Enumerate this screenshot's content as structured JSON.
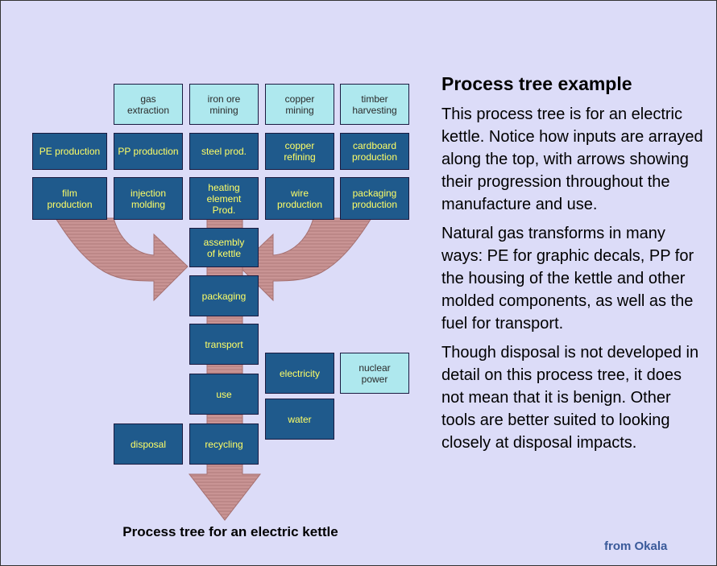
{
  "diagram": {
    "inputs": {
      "gas": "gas\nextraction",
      "iron": "iron ore\nmining",
      "copper": "copper\nmining",
      "timber": "timber\nharvesting",
      "nuclear": "nuclear\npower"
    },
    "processes": {
      "pe": "PE production",
      "pp": "PP production",
      "steel": "steel prod.",
      "copper_refining": "copper\nrefining",
      "cardboard": "cardboard\nproduction",
      "film": "film\nproduction",
      "injection": "injection\nmolding",
      "heating": "heating\nelement\nProd.",
      "wire": "wire\nproduction",
      "packaging_prod": "packaging\nproduction",
      "assembly": "assembly\nof kettle",
      "packaging": "packaging",
      "transport": "transport",
      "use": "use",
      "electricity": "electricity",
      "water": "water",
      "disposal": "disposal",
      "recycling": "recycling"
    },
    "caption": "Process tree for an electric kettle",
    "credit": "from Okala",
    "colors": {
      "background": "#dcdcf8",
      "input_box": "#aee8ee",
      "process_box": "#1f5a8c",
      "process_text": "#ffff66",
      "arrow": "#c98e8e"
    }
  },
  "text_panel": {
    "heading": "Process tree example",
    "paragraphs": [
      "This process tree is for an electric kettle. Notice how inputs are arrayed along the top, with arrows showing their progression throughout the manufacture and use.",
      "Natural gas transforms in many ways: PE for graphic decals, PP for the housing of the kettle and other molded components, as well as the fuel for transport.",
      "Though disposal is not developed in detail on this process tree, it does not mean that it is benign. Other tools are better suited to looking closely at disposal impacts."
    ]
  }
}
